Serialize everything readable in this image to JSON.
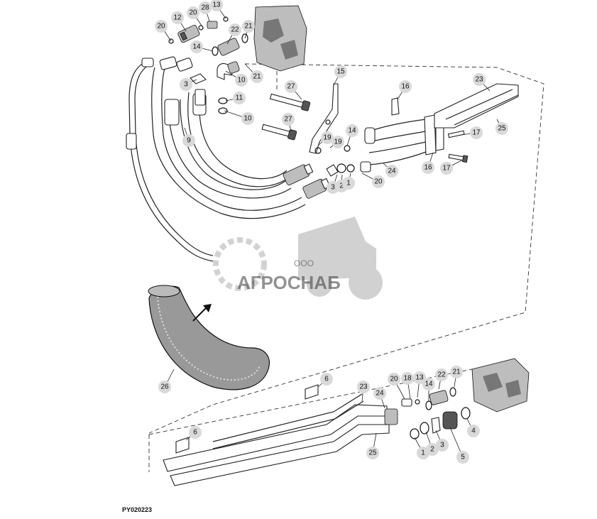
{
  "figure_id": "PY020223",
  "watermark": {
    "company_prefix": "ООО",
    "company_name": "АГРОСНАБ"
  },
  "callout_labels": [
    "20",
    "12",
    "20",
    "28",
    "13",
    "22",
    "21",
    "14",
    "3",
    "10",
    "21",
    "11",
    "10",
    "9",
    "27",
    "15",
    "16",
    "23",
    "27",
    "19",
    "19",
    "14",
    "25",
    "17",
    "17",
    "16",
    "24",
    "3",
    "2",
    "1",
    "20",
    "26",
    "6",
    "6",
    "23",
    "24",
    "20",
    "18",
    "13",
    "22",
    "21",
    "14",
    "25",
    "1",
    "2",
    "3",
    "4",
    "5"
  ]
}
